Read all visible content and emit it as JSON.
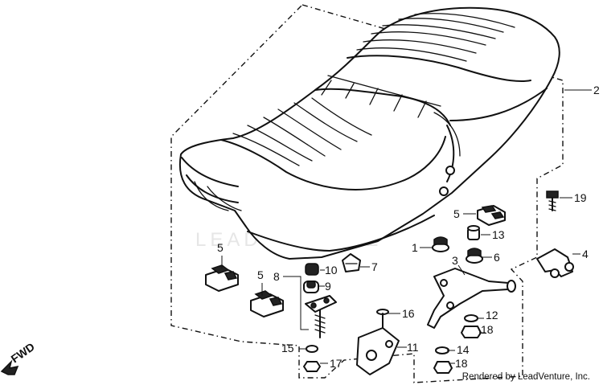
{
  "diagram": {
    "watermark": "LEADVENTURE",
    "direction_label": "FWD",
    "credit": "Rendered by LeadVenture, Inc.",
    "callouts": {
      "seat_assembly": "2",
      "stopper_rubber_a": "5",
      "stopper_rubber_b": "5",
      "stopper_rubber_c": "5",
      "seat_bolt": "19",
      "damper_rubber": "1",
      "collar": "13",
      "grommet": "6",
      "cushion": "7",
      "hinge_bracket": "3",
      "side_bracket": "4",
      "lock_assembly": "8",
      "spring": "10",
      "cap": "9",
      "screw": "16",
      "washer_12": "12",
      "nut_18a": "18",
      "nut_18b": "18",
      "washer_14": "14",
      "latch_plate": "11",
      "washer_15": "15",
      "nut_17": "17"
    }
  }
}
